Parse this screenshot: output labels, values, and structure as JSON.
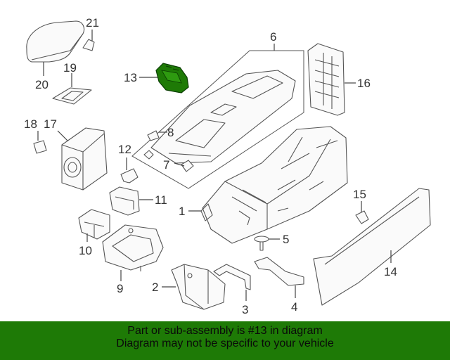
{
  "diagram": {
    "callouts": [
      {
        "id": "1",
        "label": "1"
      },
      {
        "id": "2",
        "label": "2"
      },
      {
        "id": "3",
        "label": "3"
      },
      {
        "id": "4",
        "label": "4"
      },
      {
        "id": "5",
        "label": "5"
      },
      {
        "id": "6",
        "label": "6"
      },
      {
        "id": "7",
        "label": "7"
      },
      {
        "id": "8",
        "label": "8"
      },
      {
        "id": "9",
        "label": "9"
      },
      {
        "id": "10",
        "label": "10"
      },
      {
        "id": "11",
        "label": "11"
      },
      {
        "id": "12",
        "label": "12"
      },
      {
        "id": "13",
        "label": "13"
      },
      {
        "id": "14",
        "label": "14"
      },
      {
        "id": "15",
        "label": "15"
      },
      {
        "id": "16",
        "label": "16"
      },
      {
        "id": "17",
        "label": "17"
      },
      {
        "id": "18",
        "label": "18"
      },
      {
        "id": "19",
        "label": "19"
      },
      {
        "id": "20",
        "label": "20"
      },
      {
        "id": "21",
        "label": "21"
      }
    ],
    "highlighted_part": "13",
    "highlight_color": "#1e7a06"
  },
  "banner": {
    "line1": "Part or sub-assembly is #13 in diagram",
    "line2": "Diagram may not be specific to your vehicle",
    "background": "#1e7a06"
  }
}
